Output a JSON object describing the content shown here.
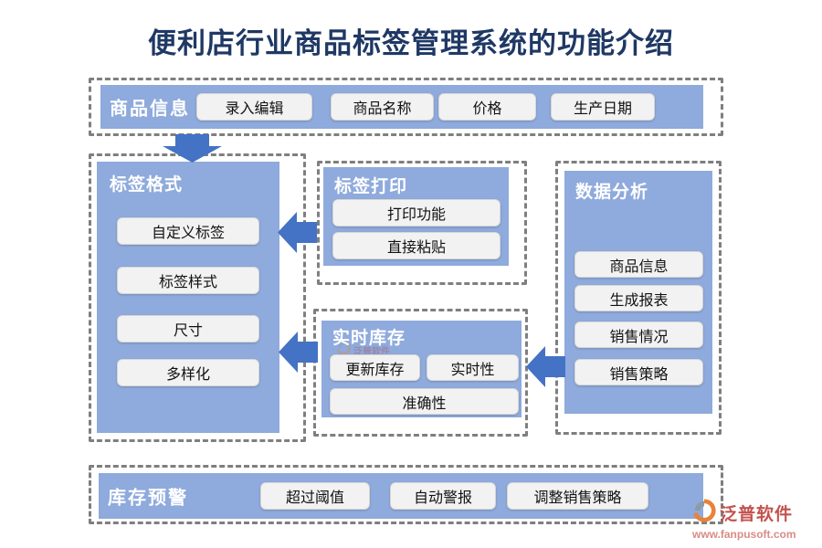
{
  "title": "便利店行业商品标签管理系统的功能介绍",
  "colors": {
    "title_text": "#1F3864",
    "panel_blue": "#8FAADC",
    "arrow_blue": "#4472C4",
    "button_bg": "#F2F2F2",
    "button_border": "#D6D6D6",
    "dashed_border": "#7F7F7F",
    "button_text": "#111111",
    "panel_title_text": "#FFFFFF",
    "watermark_red": "#C3524E",
    "watermark_url": "#D98C86"
  },
  "sections": {
    "product_info": {
      "title": "商品信息",
      "items": [
        "录入编辑",
        "商品名称",
        "价格",
        "生产日期"
      ]
    },
    "label_format": {
      "title": "标签格式",
      "items": [
        "自定义标签",
        "标签样式",
        "尺寸",
        "多样化"
      ]
    },
    "label_print": {
      "title": "标签打印",
      "items": [
        "打印功能",
        "直接粘贴"
      ]
    },
    "realtime_inventory": {
      "title": "实时库存",
      "items": [
        "更新库存",
        "实时性",
        "准确性"
      ]
    },
    "data_analysis": {
      "title": "数据分析",
      "items": [
        "商品信息",
        "生成报表",
        "销售情况",
        "销售策略"
      ]
    },
    "inventory_alert": {
      "title": "库存预警",
      "items": [
        "超过阈值",
        "自动警报",
        "调整销售策略"
      ]
    }
  },
  "icons": {
    "arrow_down": "arrow-down-icon",
    "arrow_left": "arrow-left-icon",
    "logo": "fanpu-swirl-logo-icon"
  },
  "watermark": {
    "brand": "泛普软件",
    "url": "www.fanpusoft.com"
  }
}
